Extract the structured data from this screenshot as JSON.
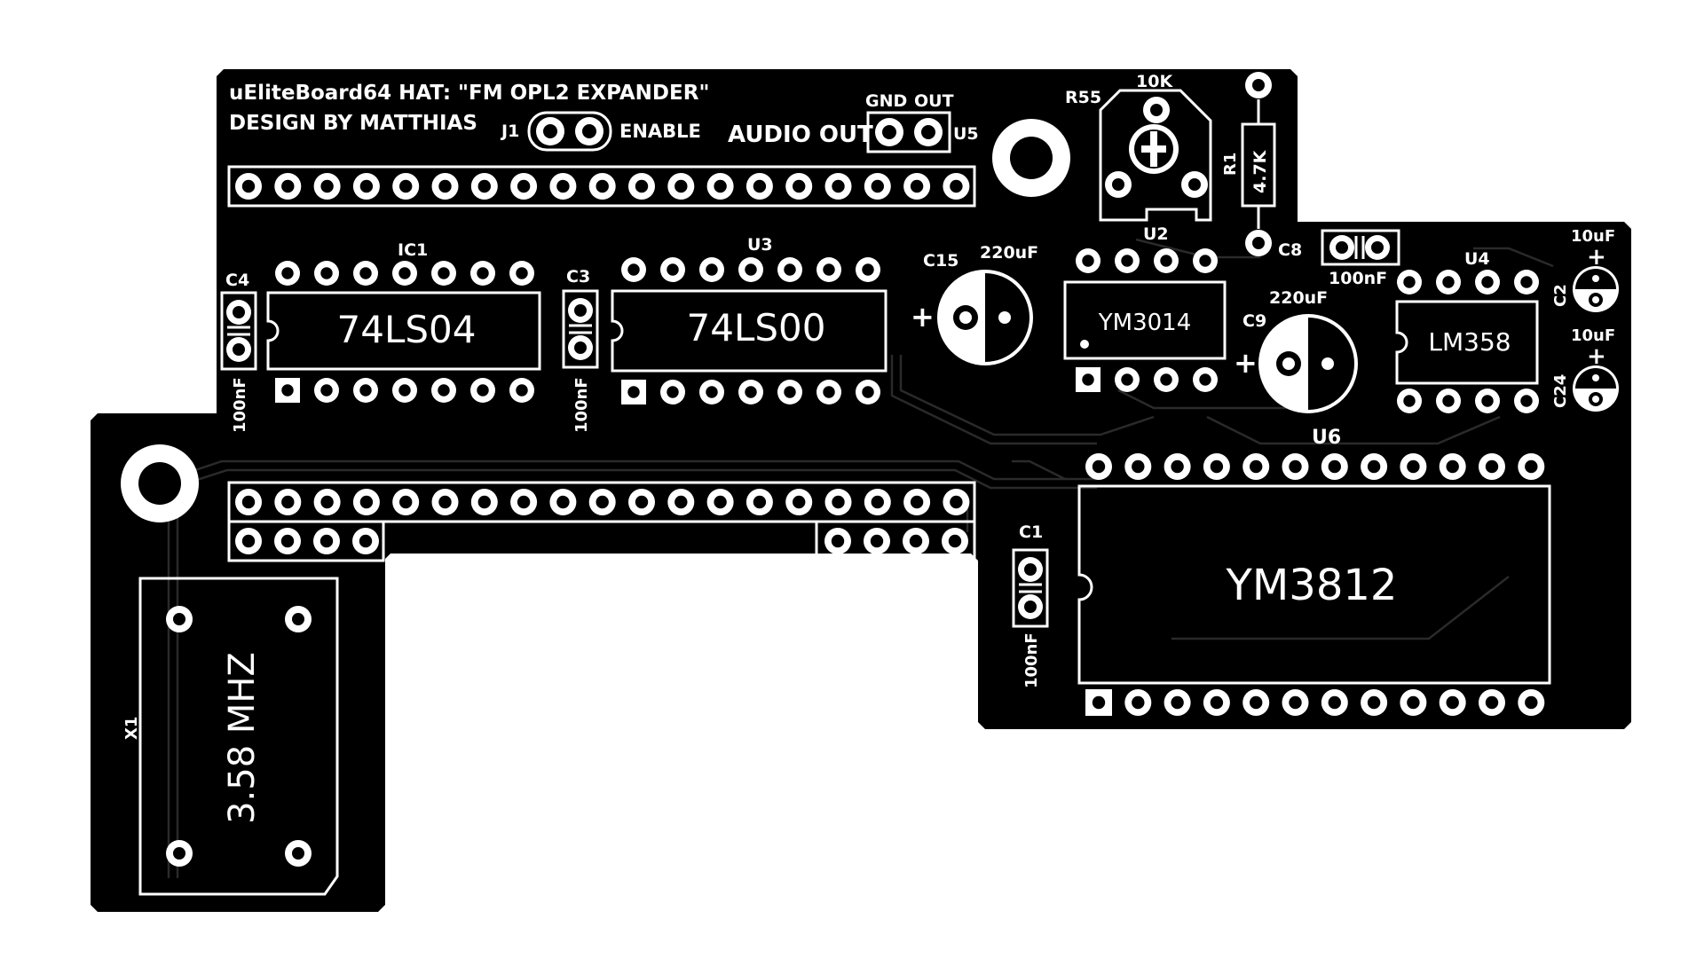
{
  "board": {
    "title_line1": "uEliteBoard64 HAT: \"FM OPL2 EXPANDER\"",
    "title_line2": "DESIGN BY MATTHIAS",
    "colors": {
      "board": "#000000",
      "silkscreen": "#ffffff",
      "trace": "#2a2a2a",
      "background": "#ffffff"
    }
  },
  "labels": {
    "j1": "J1",
    "enable": "ENABLE",
    "audio_out": "AUDIO OUT",
    "gnd": "GND",
    "out": "OUT",
    "u5": "U5",
    "r55": "R55",
    "r55_value": "10K",
    "r1": "R1",
    "r1_value": "4.7K",
    "c8": "C8",
    "c8_value": "100nF",
    "u2": "U2",
    "u2_chip": "YM3014",
    "c15": "C15",
    "c15_value": "220uF",
    "c9": "C9",
    "c9_value": "220uF",
    "u4": "U4",
    "u4_chip": "LM358",
    "c2": "C2",
    "c2_value": "10uF",
    "c24": "C24",
    "c24_value": "10uF",
    "ic1": "IC1",
    "ic1_chip": "74LS04",
    "c4": "C4",
    "c4_value": "100nF",
    "u3": "U3",
    "u3_chip": "74LS00",
    "c3": "C3",
    "c3_value": "100nF",
    "u6": "U6",
    "u6_chip": "YM3812",
    "c1": "C1",
    "c1_value": "100nF",
    "x1": "X1",
    "x1_freq": "3.58 MHZ",
    "plus": "+"
  }
}
